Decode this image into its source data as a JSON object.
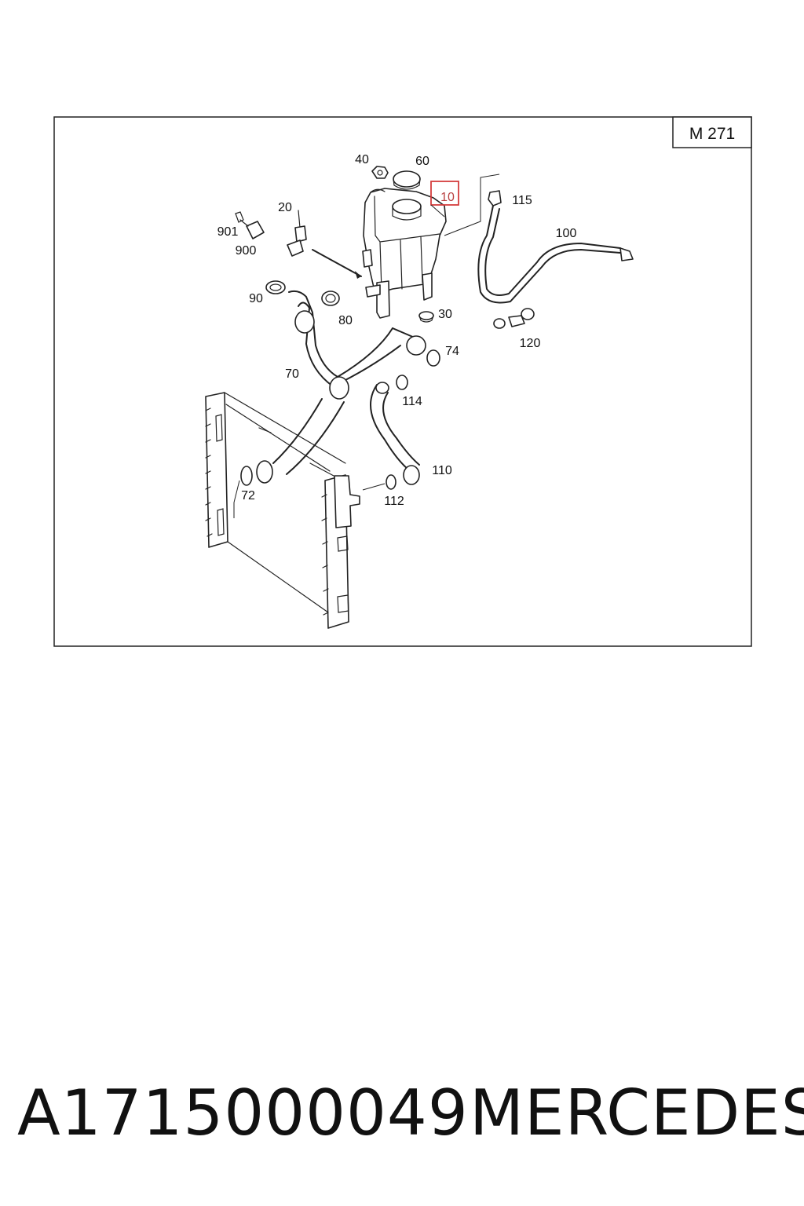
{
  "diagram": {
    "engine_code": "M 271",
    "highlighted_part": "10",
    "callouts": {
      "p10": "10",
      "p20": "20",
      "p30": "30",
      "p40": "40",
      "p60": "60",
      "p70": "70",
      "p72": "72",
      "p74": "74",
      "p80": "80",
      "p90": "90",
      "p100": "100",
      "p110": "110",
      "p112": "112",
      "p114": "114",
      "p115": "115",
      "p120": "120",
      "p900": "900",
      "p901": "901"
    }
  },
  "footer": {
    "part_number": "A1715000049",
    "brand": "MERCEDES"
  },
  "colors": {
    "highlight": "#d43c3c",
    "line": "#222222"
  }
}
